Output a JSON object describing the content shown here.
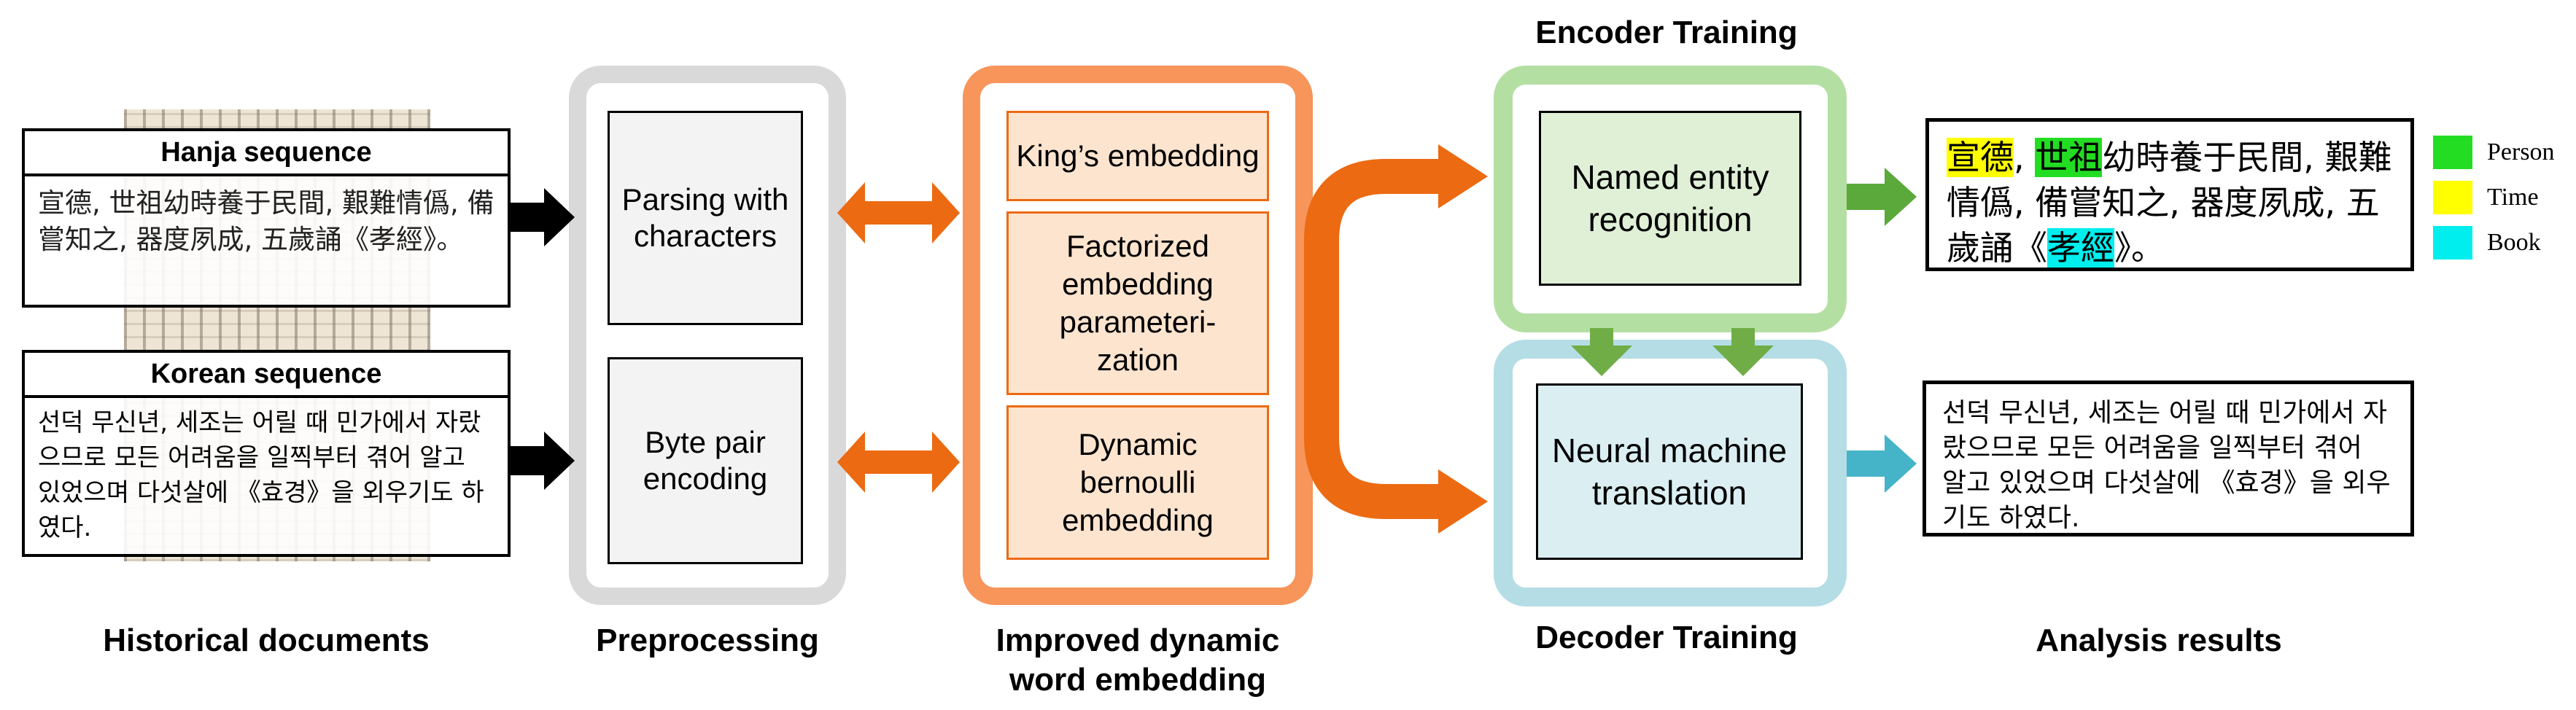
{
  "historical": {
    "hanja_title": "Hanja sequence",
    "hanja_text": "宣德, 世祖幼時養于民間, 艱難情僞, 備嘗知之, 器度夙成, 五歲誦《孝經》。",
    "korean_title": "Korean sequence",
    "korean_text": "선덕 무신년, 세조는 어릴 때 민가에서 자랐으므로 모든 어려움을 일찍부터 겪어 알고 있었으며 다섯살에 《효경》을 외우기도 하였다.",
    "label": "Historical documents"
  },
  "preprocessing": {
    "box1": "Parsing with characters",
    "box2": "Byte pair encoding",
    "label": "Preprocessing"
  },
  "embedding": {
    "box1": "King’s embedding",
    "box2": "Factorized embedding parameteri-zation",
    "box3": "Dynamic bernoulli embedding",
    "label_line1": "Improved dynamic",
    "label_line2": "word embedding"
  },
  "encoder": {
    "title": "Encoder Training",
    "box": "Named entity recognition"
  },
  "decoder": {
    "title": "Decoder Training",
    "box": "Neural machine translation"
  },
  "results": {
    "label": "Analysis results",
    "ner_output": {
      "seg1": "宣德",
      "seg2": ", ",
      "seg3": "世祖",
      "seg4": "幼時養于民間, 艱難情僞, 備嘗知之, 器度夙成, 五歲誦《",
      "seg5": "孝經",
      "seg6": "》。"
    },
    "nmt_output": "선덕 무신년, 세조는 어릴 때 민가에서 자랐으므로 모든 어려움을 일찍부터 겪어 알고 있었으며 다섯살에 《효경》을 외우기도 하였다."
  },
  "legend": [
    {
      "label": "Person",
      "color": "#22dd22"
    },
    {
      "label": "Time",
      "color": "#ffff00"
    },
    {
      "label": "Book",
      "color": "#00eeee"
    }
  ],
  "colors": {
    "preprocessing_frame": "#d9d9d9",
    "embedding_frame": "#f7955b",
    "flow_arrow": "#ec6a12",
    "encoder_frame": "#b4dfa2",
    "decoder_frame": "#b5dde5",
    "ner_arrow": "#5aa93a",
    "nmt_arrow": "#45b4c8"
  }
}
